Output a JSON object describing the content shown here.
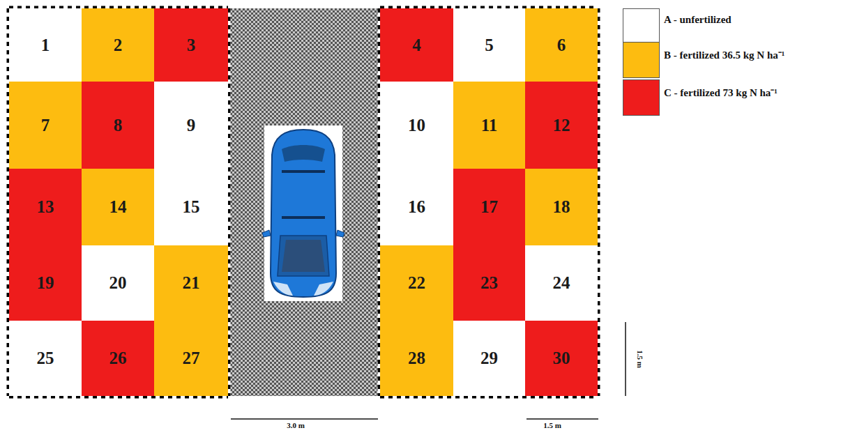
{
  "diagram": {
    "nodes": [
      {
        "text": [
          "1"
        ]
      },
      {
        "text": [
          "2"
        ]
      },
      {
        "text": [
          "3"
        ]
      },
      {
        "text": [
          "4"
        ]
      },
      {
        "text": [
          "5"
        ]
      },
      {
        "text": [
          "6"
        ]
      },
      {
        "text": [
          "7"
        ]
      },
      {
        "text": [
          "8"
        ]
      },
      {
        "text": [
          "9"
        ]
      },
      {
        "text": [
          "10"
        ]
      },
      {
        "text": [
          "11"
        ]
      },
      {
        "text": [
          "12"
        ]
      },
      {
        "text": [
          "13"
        ]
      },
      {
        "text": [
          "14"
        ]
      },
      {
        "text": [
          "15"
        ]
      },
      {
        "text": [
          "16"
        ]
      },
      {
        "text": [
          "17"
        ]
      },
      {
        "text": [
          "18"
        ]
      },
      {
        "text": [
          "19"
        ]
      },
      {
        "text": [
          "20"
        ]
      },
      {
        "text": [
          "21"
        ]
      },
      {
        "text": [
          "22"
        ]
      },
      {
        "text": [
          "23"
        ]
      },
      {
        "text": [
          "24"
        ]
      },
      {
        "text": [
          "25"
        ]
      },
      {
        "text": [
          "26"
        ]
      },
      {
        "text": [
          "27"
        ]
      },
      {
        "text": [
          "28"
        ]
      },
      {
        "text": [
          "29"
        ]
      },
      {
        "text": [
          "30"
        ]
      }
    ],
    "labels": [
      "3.0 m",
      "1.5 m",
      "1.5 m"
    ],
    "legend": [
      {
        "text": "A - unfertilized",
        "color": "#ffffff"
      },
      {
        "text": "B - fertilized 36.5 kg N ha⁻¹",
        "color": "#fdbc10"
      },
      {
        "text": "C - fertilized 73 kg N ha⁻¹",
        "color": "#ee1c1c"
      }
    ]
  }
}
